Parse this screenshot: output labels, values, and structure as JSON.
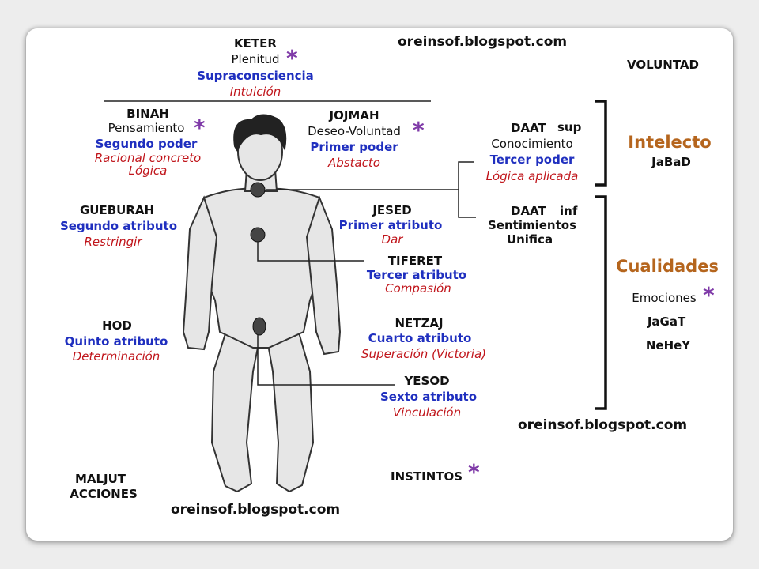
{
  "watermark": "oreinsof.blogspot.com",
  "keter": {
    "name": "KETER",
    "sub": "Plenitud",
    "blue": "Supraconsciencia",
    "red": "Intuición"
  },
  "voluntad": "VOLUNTAD",
  "binah": {
    "name": "BINAH",
    "sub": "Pensamiento",
    "blue": "Segundo poder",
    "red1": "Racional concreto",
    "red2": "Lógica"
  },
  "jojmah": {
    "name": "JOJMAH",
    "sub": "Deseo-Voluntad",
    "blue": "Primer poder",
    "red": "Abstacto"
  },
  "daat_sup": {
    "name": "DAAT",
    "tag": "sup",
    "sub": "Conocimiento",
    "blue": "Tercer poder",
    "red": "Lógica aplicada"
  },
  "intelecto": {
    "title": "Intelecto",
    "sub": "JaBaD"
  },
  "gueburah": {
    "name": "GUEBURAH",
    "blue": "Segundo atributo",
    "red": "Restringir"
  },
  "jesed": {
    "name": "JESED",
    "blue": "Primer atributo",
    "red": "Dar"
  },
  "daat_inf": {
    "name": "DAAT",
    "tag": "inf",
    "line2": "Sentimientos",
    "line3": "Unifica"
  },
  "tiferet": {
    "name": "TIFERET",
    "blue": "Tercer atributo",
    "red": "Compasión"
  },
  "cualidades": {
    "title": "Cualidades",
    "sub": "Emociones",
    "l1": "JaGaT",
    "l2": "NeHeY"
  },
  "hod": {
    "name": "HOD",
    "blue": "Quinto atributo",
    "red": "Determinación"
  },
  "netzaj": {
    "name": "NETZAJ",
    "blue": "Cuarto atributo",
    "red": "Superación (Victoria)"
  },
  "yesod": {
    "name": "YESOD",
    "blue": "Sexto atributo",
    "red": "Vinculación"
  },
  "maljut": {
    "name": "MALJUT",
    "sub": "ACCIONES"
  },
  "instintos": "INSTINTOS",
  "asterisk": "*",
  "colors": {
    "blue": "#1f2fbf",
    "red": "#c0151b",
    "purple": "#7f3aa8",
    "brown": "#b5651d"
  }
}
